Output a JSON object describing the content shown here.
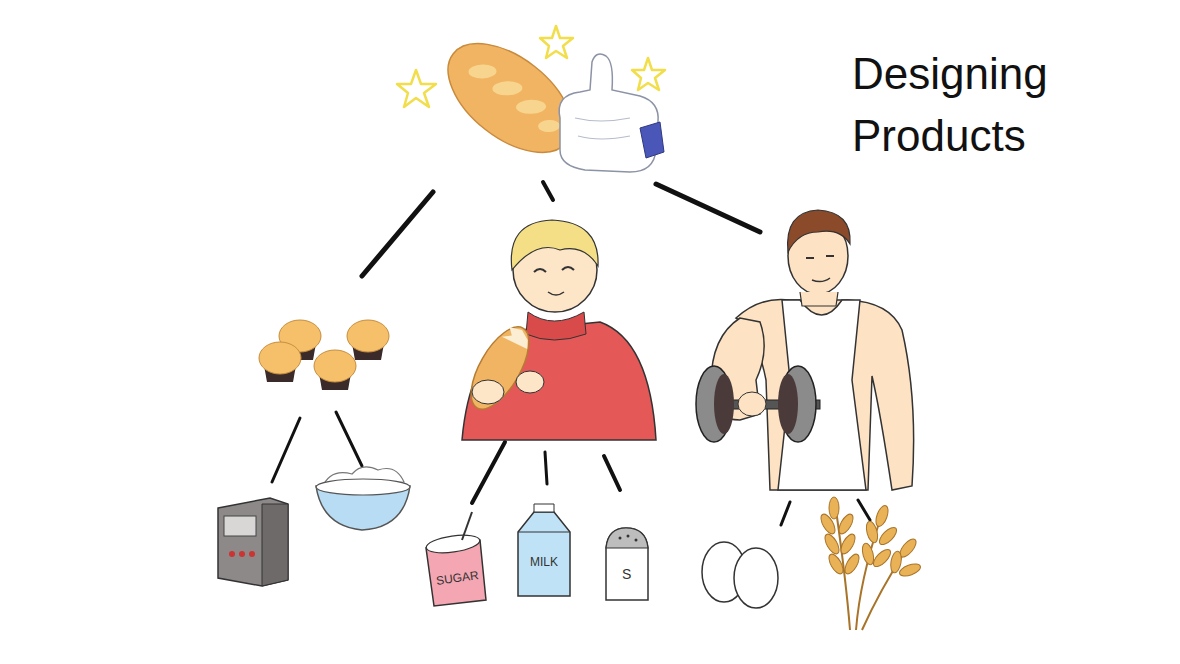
{
  "diagram": {
    "title": "Designing Products",
    "labels": [
      "SUGAR",
      "MILK",
      "S"
    ]
  }
}
